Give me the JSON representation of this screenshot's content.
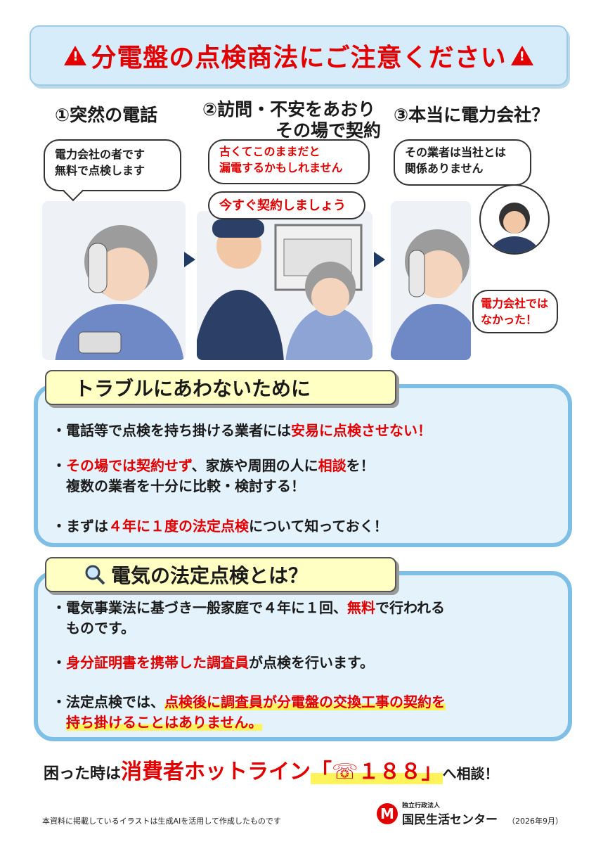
{
  "title": "分電盤の点検商法にご注意ください",
  "steps": [
    {
      "heading": "①突然の電話"
    },
    {
      "heading_line1": "②訪問・不安をあおり",
      "heading_line2": "その場で契約"
    },
    {
      "heading": "③本当に電力会社？"
    }
  ],
  "bubbles": {
    "step1_line1": "電力会社の者です",
    "step1_line2": "無料で点検します",
    "step2a_line1": "古くてこのままだと",
    "step2a_line2": "漏電するかもしれません",
    "step2b": "今すぐ契約しましょう",
    "step3a_line1": "その業者は当社とは",
    "step3a_line2": "関係ありません",
    "step3b_line1": "電力会社では",
    "step3b_line2": "なかった！"
  },
  "tips": {
    "heading": "トラブルにあわないために",
    "b1": {
      "pre": "・電話等で点検を持ち掛ける業者には",
      "red": "安易に点検させない！"
    },
    "b2": {
      "red1": "その場では契約せず",
      "mid": "、家族や周囲の人に",
      "red2": "相談",
      "post": "を！",
      "line2": "複数の業者を十分に比較・検討する！"
    },
    "b3": {
      "pre": "・まずは",
      "red": "４年に１度の法定点検",
      "post": "について知っておく！"
    }
  },
  "legal": {
    "heading": "電気の法定点検とは？",
    "icon": "magnifier-icon",
    "b1": {
      "pre": "・電気事業法に基づき一般家庭で４年に１回、",
      "red": "無料",
      "post": "で行われる",
      "line2": "ものです。"
    },
    "b2": {
      "red": "身分証明書を携帯した調査員",
      "post": "が点検を行います。"
    },
    "b3": {
      "pre": "・法定点検では、",
      "red1": "点検後に調査員が分電盤の交換工事の契約を",
      "red2": "持ち掛けることはありません。"
    }
  },
  "hotline": {
    "pre": "困った時は",
    "name": "消費者ホットライン",
    "number": "「☏１８８」",
    "post": "へ相談！"
  },
  "footer": {
    "note": "本資料に掲載しているイラストは生成AIを活用して作成したものです",
    "org_small": "独立行政法人",
    "org_big": "国民生活センター",
    "issue_date": "（2026年9月）"
  },
  "colors": {
    "accent_red": "#e30000",
    "box_blue": "#7fbfe5",
    "title_bg": "#d6ecfa",
    "heading_yellow": "#ffffc4"
  }
}
